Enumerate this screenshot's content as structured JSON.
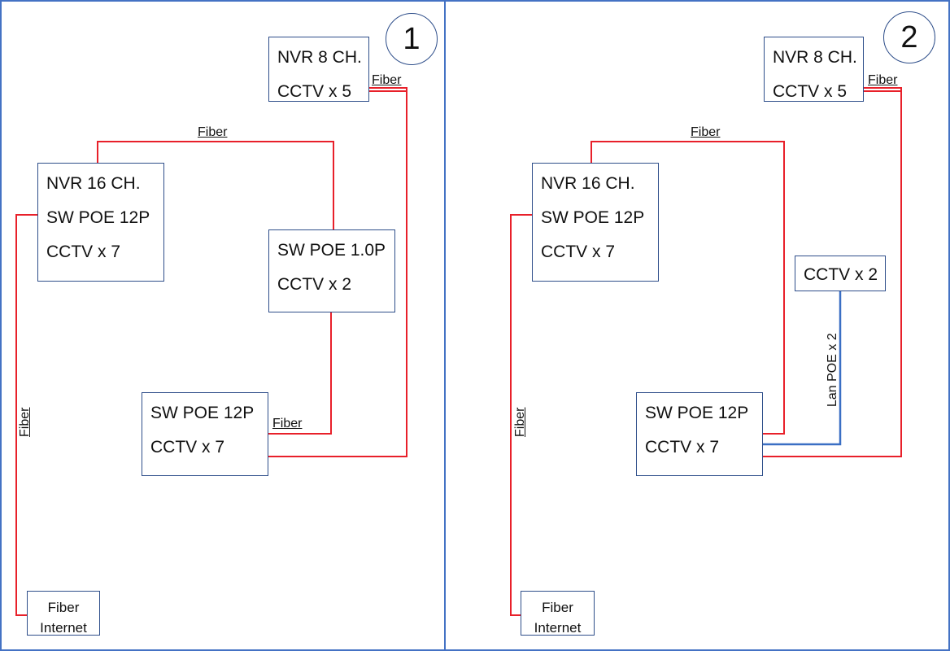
{
  "panel1": {
    "number": "1",
    "nvr8": [
      "NVR 8 CH.",
      "CCTV x 5"
    ],
    "nvr16": [
      "NVR 16 CH.",
      "SW POE 12P",
      "CCTV x 7"
    ],
    "sw10": [
      "SW POE 1.0P",
      "CCTV x 2"
    ],
    "sw12": [
      "SW POE 12P",
      "CCTV x 7"
    ],
    "fiber_internet": [
      "Fiber",
      "Internet"
    ],
    "labels": {
      "fiber_nvr8": "Fiber",
      "fiber_top": "Fiber",
      "fiber_left": "Fiber",
      "fiber_sw12": "Fiber"
    }
  },
  "panel2": {
    "number": "2",
    "nvr8": [
      "NVR 8 CH.",
      "CCTV x 5"
    ],
    "nvr16": [
      "NVR 16 CH.",
      "SW POE 12P",
      "CCTV x 7"
    ],
    "cctv2": "CCTV x 2",
    "sw12": [
      "SW POE 12P",
      "CCTV x 7"
    ],
    "fiber_internet": [
      "Fiber",
      "Internet"
    ],
    "labels": {
      "fiber_nvr8": "Fiber",
      "fiber_top": "Fiber",
      "fiber_left": "Fiber",
      "lan": "Lan POE x 2"
    }
  },
  "colors": {
    "fiber": "#E8202A",
    "lan": "#3A6FC4",
    "frame": "#4472C4",
    "box_border": "#2E4E8A"
  }
}
